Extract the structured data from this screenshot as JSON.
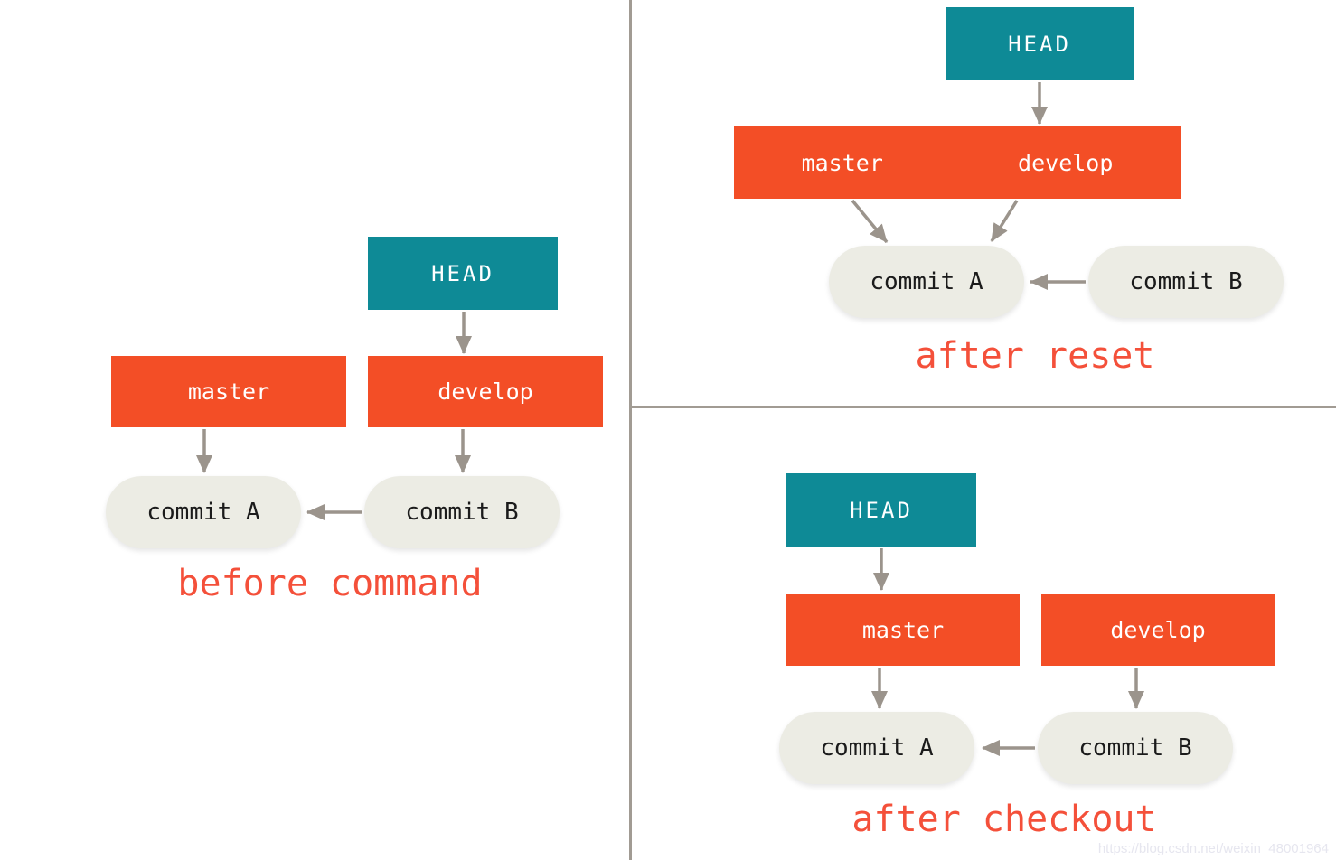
{
  "colors": {
    "head_box": "#0e8a96",
    "branch_box": "#f34e26",
    "commit_node_bg": "#ecece4",
    "commit_node_text": "#1b1b1b",
    "arrow": "#9b948c",
    "divider": "#a19b93",
    "caption": "#f4503a",
    "box_text": "#ffffff",
    "watermark": "#e6e6ef"
  },
  "sections": {
    "before": {
      "caption": "before command",
      "head": "HEAD",
      "master": "master",
      "develop": "develop",
      "commit_a": "commit A",
      "commit_b": "commit B"
    },
    "after_reset": {
      "caption": "after reset",
      "head": "HEAD",
      "master": "master",
      "develop": "develop",
      "commit_a": "commit A",
      "commit_b": "commit B"
    },
    "after_checkout": {
      "caption": "after checkout",
      "head": "HEAD",
      "master": "master",
      "develop": "develop",
      "commit_a": "commit A",
      "commit_b": "commit B"
    }
  },
  "watermark": "https://blog.csdn.net/weixin_48001964"
}
